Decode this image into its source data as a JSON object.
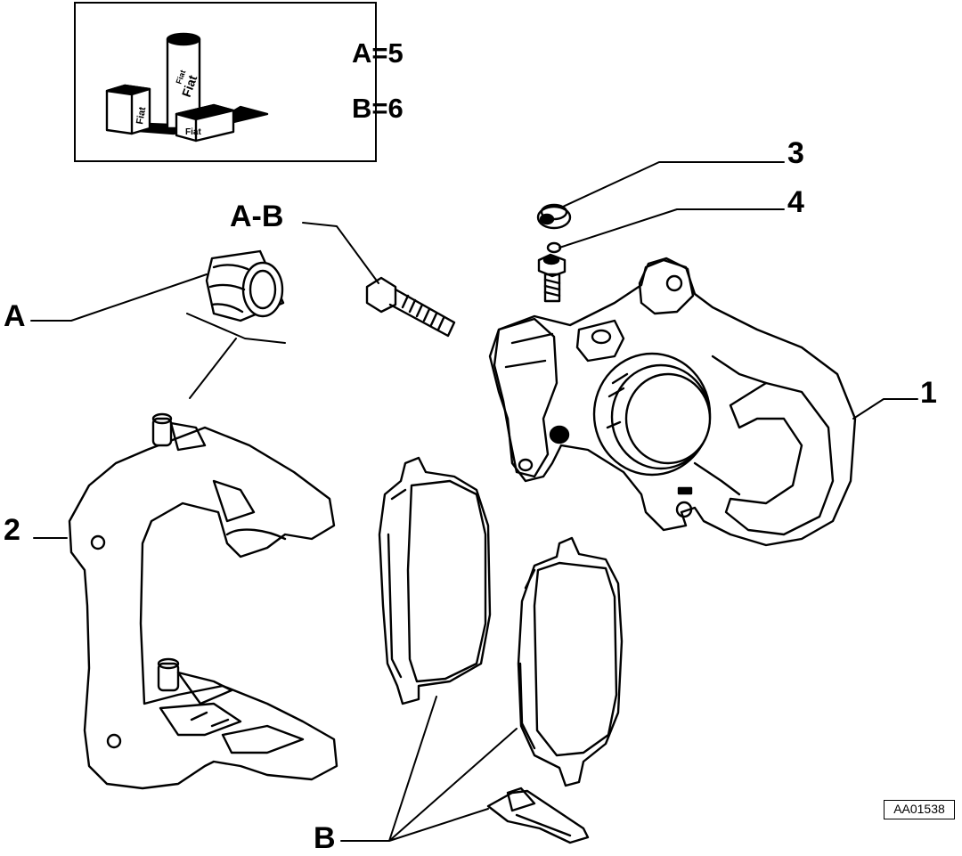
{
  "legend": {
    "line1": "A=5",
    "line2": "B=6",
    "tube_label_1": "Fiat",
    "tube_label_2": "Fiat",
    "box_label_1": "Fiat",
    "box_label_2": "Fiat"
  },
  "callouts": {
    "c1": "1",
    "c2": "2",
    "c3": "3",
    "c4": "4",
    "a": "A",
    "ab": "A-B",
    "b": "B"
  },
  "reference_code": "AA01538",
  "icons": [
    "grease-tube-icon",
    "grease-packet-icon"
  ]
}
